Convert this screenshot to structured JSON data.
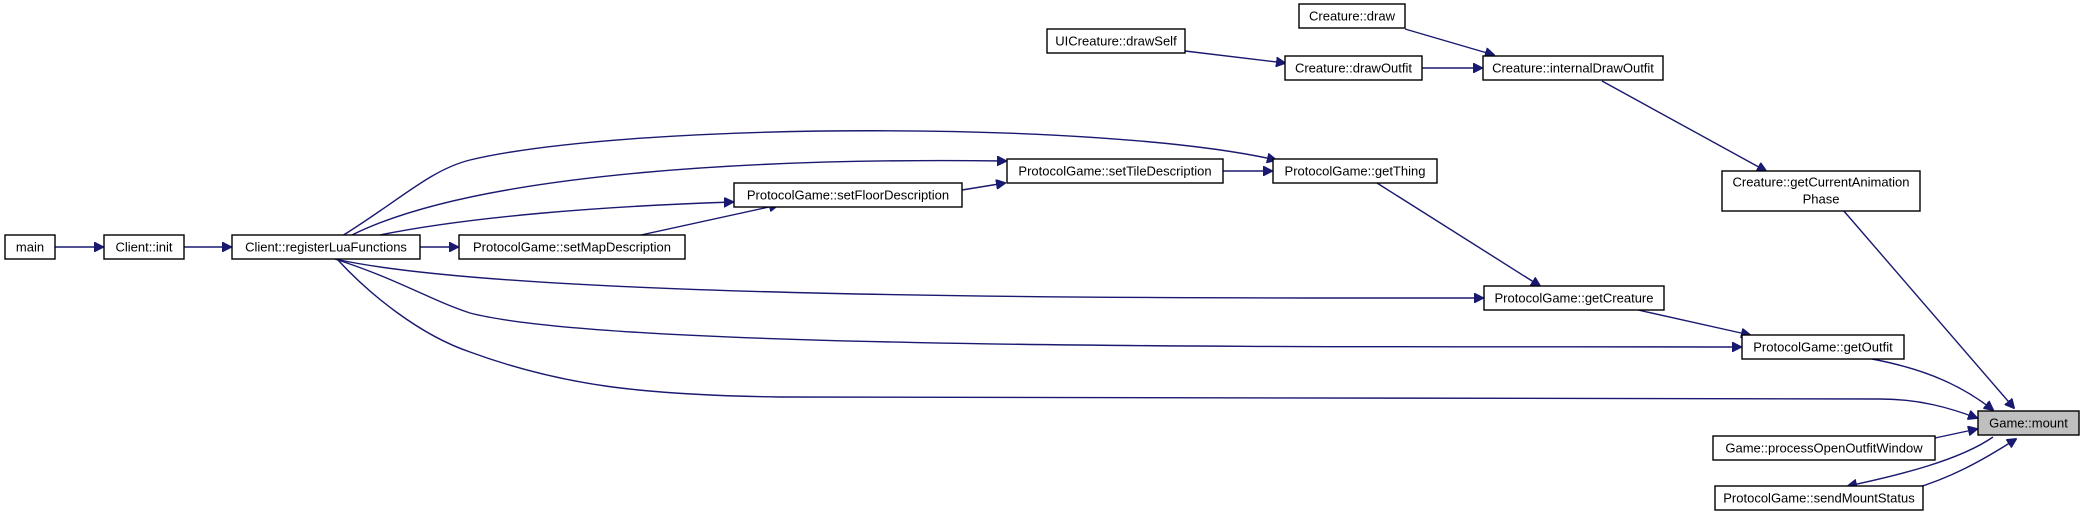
{
  "target": "Game::mount",
  "nodes": {
    "main": {
      "label": "main"
    },
    "client_init": {
      "label": "Client::init"
    },
    "register_lua": {
      "label": "Client::registerLuaFunctions"
    },
    "set_map_desc": {
      "label": "ProtocolGame::setMapDescription"
    },
    "set_floor_desc": {
      "label": "ProtocolGame::setFloorDescription"
    },
    "set_tile_desc": {
      "label": "ProtocolGame::setTileDescription"
    },
    "get_thing": {
      "label": "ProtocolGame::getThing"
    },
    "get_creature": {
      "label": "ProtocolGame::getCreature"
    },
    "get_outfit": {
      "label": "ProtocolGame::getOutfit"
    },
    "uicreature_drawself": {
      "label": "UICreature::drawSelf"
    },
    "creature_draw": {
      "label": "Creature::draw"
    },
    "creature_drawoutfit": {
      "label": "Creature::drawOutfit"
    },
    "creature_internal": {
      "label": "Creature::internalDrawOutfit"
    },
    "get_anim_phase": {
      "label_line1": "Creature::getCurrentAnimation",
      "label_line2": "Phase"
    },
    "game_mount": {
      "label": "Game::mount"
    },
    "process_outfit": {
      "label": "Game::processOpenOutfitWindow"
    },
    "send_mount": {
      "label": "ProtocolGame::sendMountStatus"
    }
  },
  "edges": [
    {
      "from": "main",
      "to": "client_init"
    },
    {
      "from": "client_init",
      "to": "register_lua"
    },
    {
      "from": "register_lua",
      "to": "set_map_desc"
    },
    {
      "from": "register_lua",
      "to": "set_floor_desc"
    },
    {
      "from": "register_lua",
      "to": "set_tile_desc"
    },
    {
      "from": "register_lua",
      "to": "get_thing"
    },
    {
      "from": "register_lua",
      "to": "get_creature"
    },
    {
      "from": "register_lua",
      "to": "get_outfit"
    },
    {
      "from": "register_lua",
      "to": "game_mount"
    },
    {
      "from": "set_map_desc",
      "to": "set_floor_desc"
    },
    {
      "from": "set_floor_desc",
      "to": "set_tile_desc"
    },
    {
      "from": "set_tile_desc",
      "to": "get_thing"
    },
    {
      "from": "get_thing",
      "to": "get_creature"
    },
    {
      "from": "get_creature",
      "to": "get_outfit"
    },
    {
      "from": "get_outfit",
      "to": "game_mount"
    },
    {
      "from": "uicreature_drawself",
      "to": "creature_drawoutfit"
    },
    {
      "from": "creature_drawoutfit",
      "to": "creature_internal"
    },
    {
      "from": "creature_draw",
      "to": "creature_internal"
    },
    {
      "from": "creature_internal",
      "to": "get_anim_phase"
    },
    {
      "from": "get_anim_phase",
      "to": "game_mount"
    },
    {
      "from": "process_outfit",
      "to": "game_mount"
    },
    {
      "from": "send_mount",
      "to": "game_mount"
    },
    {
      "from": "game_mount",
      "to": "send_mount"
    }
  ],
  "colors": {
    "edge": "#191970",
    "target_fill": "#bfbfbf",
    "node_fill": "#ffffff",
    "node_border": "#000000"
  }
}
